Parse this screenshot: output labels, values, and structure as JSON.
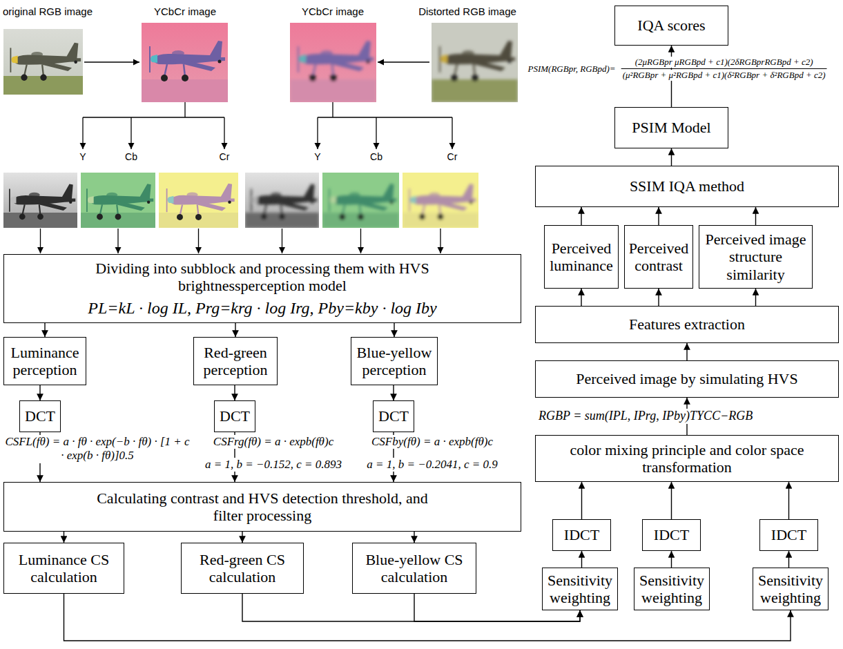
{
  "diagram": {
    "nodes": [
      {
        "text": [
          "Dividing into subblock and processing them with HVS brightnessperception model",
          "PL=kL · log IL, Prg=krg · log Irg, Pby=kby · log Iby"
        ]
      },
      {
        "text": [
          "Luminance perception"
        ]
      },
      {
        "text": [
          "Red-green perception"
        ]
      },
      {
        "text": [
          "Blue-yellow perception"
        ]
      },
      {
        "text": [
          "DCT"
        ]
      },
      {
        "text": [
          "DCT"
        ]
      },
      {
        "text": [
          "DCT"
        ]
      },
      {
        "text": [
          "Calculating contrast and HVS detection threshold, and filter processing"
        ]
      },
      {
        "text": [
          "Luminance CS calculation"
        ]
      },
      {
        "text": [
          "Red-green CS calculation"
        ]
      },
      {
        "text": [
          "Blue-yellow CS calculation"
        ]
      },
      {
        "text": [
          "IQA scores"
        ]
      },
      {
        "text": [
          "PSIM Model"
        ]
      },
      {
        "text": [
          "SSIM IQA method"
        ]
      },
      {
        "text": [
          "Perceived luminance"
        ]
      },
      {
        "text": [
          "Perceived contrast"
        ]
      },
      {
        "text": [
          "Perceived image structure similarity"
        ]
      },
      {
        "text": [
          "Features extraction"
        ]
      },
      {
        "text": [
          "Perceived image by simulating HVS"
        ]
      },
      {
        "text": [
          "color mixing principle and color space transformation"
        ]
      },
      {
        "text": [
          "IDCT"
        ]
      },
      {
        "text": [
          "IDCT"
        ]
      },
      {
        "text": [
          "IDCT"
        ]
      },
      {
        "text": [
          "Sensitivity weighting"
        ]
      },
      {
        "text": [
          "Sensitivity weighting"
        ]
      },
      {
        "text": [
          "Sensitivity weighting"
        ]
      }
    ],
    "edges": [
      {
        "from": 0,
        "to": 1,
        "arrow": "to"
      },
      {
        "from": 0,
        "to": 2,
        "arrow": "to"
      },
      {
        "from": 0,
        "to": 3,
        "arrow": "to"
      },
      {
        "from": 1,
        "to": 4,
        "arrow": "to"
      },
      {
        "from": 2,
        "to": 5,
        "arrow": "to"
      },
      {
        "from": 3,
        "to": 6,
        "arrow": "to"
      },
      {
        "from": 4,
        "to": 7,
        "arrow": "to"
      },
      {
        "from": 5,
        "to": 7,
        "arrow": "to"
      },
      {
        "from": 6,
        "to": 7,
        "arrow": "to"
      },
      {
        "from": 7,
        "to": 8,
        "arrow": "to"
      },
      {
        "from": 7,
        "to": 9,
        "arrow": "to"
      },
      {
        "from": 7,
        "to": 10,
        "arrow": "to"
      },
      {
        "from": 8,
        "to": 25,
        "arrow": "to"
      },
      {
        "from": 9,
        "to": 23,
        "arrow": "to"
      },
      {
        "from": 10,
        "to": 23,
        "arrow": "to"
      },
      {
        "from": 23,
        "to": 20,
        "arrow": "to"
      },
      {
        "from": 24,
        "to": 21,
        "arrow": "to"
      },
      {
        "from": 25,
        "to": 22,
        "arrow": "to"
      },
      {
        "from": 20,
        "to": 19,
        "arrow": "to"
      },
      {
        "from": 21,
        "to": 19,
        "arrow": "to"
      },
      {
        "from": 22,
        "to": 19,
        "arrow": "to"
      },
      {
        "from": 19,
        "to": 18,
        "arrow": "to"
      },
      {
        "from": 18,
        "to": 17,
        "arrow": "to"
      },
      {
        "from": 17,
        "to": 14,
        "arrow": "to"
      },
      {
        "from": 17,
        "to": 15,
        "arrow": "to"
      },
      {
        "from": 17,
        "to": 16,
        "arrow": "to"
      },
      {
        "from": 14,
        "to": 13,
        "arrow": "to"
      },
      {
        "from": 15,
        "to": 13,
        "arrow": "to"
      },
      {
        "from": 16,
        "to": 13,
        "arrow": "to"
      },
      {
        "from": 13,
        "to": 12,
        "arrow": "to"
      },
      {
        "from": 12,
        "to": 11,
        "arrow": "to"
      }
    ],
    "labels": [
      "original RGB image",
      "YCbCr image",
      "YCbCr image",
      "Distorted RGB image",
      "Y",
      "Cb",
      "Cr",
      "Y",
      "Cb",
      "Cr",
      "CSFL(fθ) = a · fθ · exp(−b · fθ) · [1 + c · exp(b · fθ)]0.5",
      "CSFrg(fθ) = a · expb(fθ)c",
      "a = 1, b = −0.152, c = 0.893",
      "CSFby(fθ) = a · expb(fθ)c",
      "a = 1, b = −0.2041, c = 0.9",
      "PSIM(RGBpr, RGBpd)=",
      "(2μRGBpr μRGBpd + c1)(2δRGBprRGBpd + c2)",
      "(μ²RGBpr + μ²RGBpd + c1)(δ²RGBpr + δ²RGBpd + c2)",
      "RGBP = sum(IPL, IPrg, IPby)TYCC−RGB"
    ]
  }
}
